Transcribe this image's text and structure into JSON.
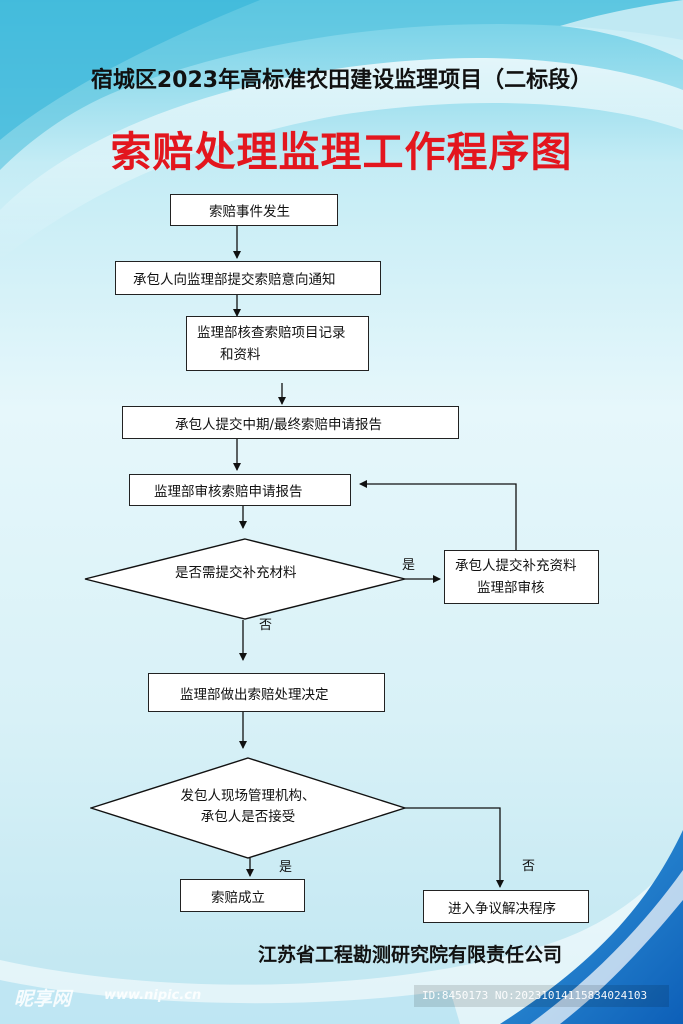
{
  "header": {
    "title": "宿城区2023年高标准农田建设监理项目（二标段）",
    "main_title": "索赔处理监理工作程序图"
  },
  "flowchart": {
    "step1": "索赔事件发生",
    "step2": "承包人向监理部提交索赔意向通知",
    "step3_line1": "监理部核查索赔项目记录",
    "step3_line2": "和资料",
    "step4": "承包人提交中期/最终索赔申请报告",
    "step5": "监理部审核索赔申请报告",
    "decision1": "是否需提交补充材料",
    "decision1_yes": "是",
    "decision1_no": "否",
    "supplement_line1": "承包人提交补充资料",
    "supplement_line2": "监理部审核",
    "step6": "监理部做出索赔处理决定",
    "decision2_line1": "发包人现场管理机构、",
    "decision2_line2": "承包人是否接受",
    "decision2_yes": "是",
    "decision2_no": "否",
    "result_yes": "索赔成立",
    "result_no": "进入争议解决程序"
  },
  "footer": {
    "company": "江苏省工程勘测研究院有限责任公司",
    "watermark": "昵享网",
    "watermark_url": "www.nipic.cn",
    "image_id": "ID:8450173 NO:20231014115834024103"
  },
  "colors": {
    "title_red": "#e3161e",
    "background_cyan": "#6fcfe6",
    "wave_blue": "#1677c9"
  }
}
